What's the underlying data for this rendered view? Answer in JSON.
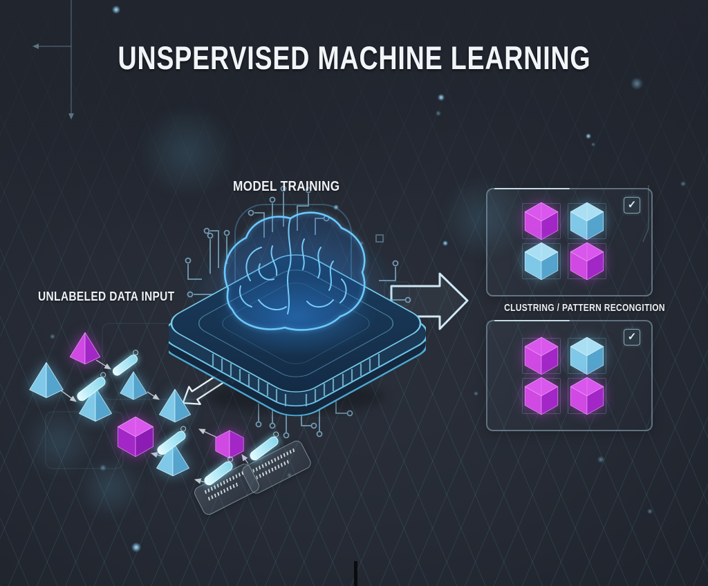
{
  "title": "UNSPERVISED MACHINE LEARNING",
  "stages": {
    "input_label": "UNLABELED DATA INPUT",
    "training_label": "MODEL TRAINING",
    "output_label": "CLUSTRING / PATTERN RECONGITION"
  },
  "input_shapes": [
    {
      "type": "pyramid",
      "variant": "magenta"
    },
    {
      "type": "pyramid",
      "variant": "blue"
    },
    {
      "type": "pyramid",
      "variant": "blue"
    },
    {
      "type": "pyramid",
      "variant": "blue"
    },
    {
      "type": "pyramid",
      "variant": "blue"
    },
    {
      "type": "cube",
      "variant": "magenta"
    },
    {
      "type": "pyramid",
      "variant": "blue"
    },
    {
      "type": "gem",
      "variant": "magenta"
    }
  ],
  "panels": [
    {
      "checkbox": "✓",
      "cubes": [
        "magenta",
        "cyan",
        "cyan",
        "magenta"
      ]
    },
    {
      "checkbox": "✓",
      "cubes": [
        "magenta",
        "cyan",
        "magenta",
        "magenta"
      ]
    }
  ],
  "colors": {
    "background": "#232833",
    "grid": "#66c4cc",
    "magenta": "#cf3fd8",
    "cyan": "#5bb3d9",
    "brain_glow": "#4fb4ff",
    "text": "#f2f5f7"
  }
}
